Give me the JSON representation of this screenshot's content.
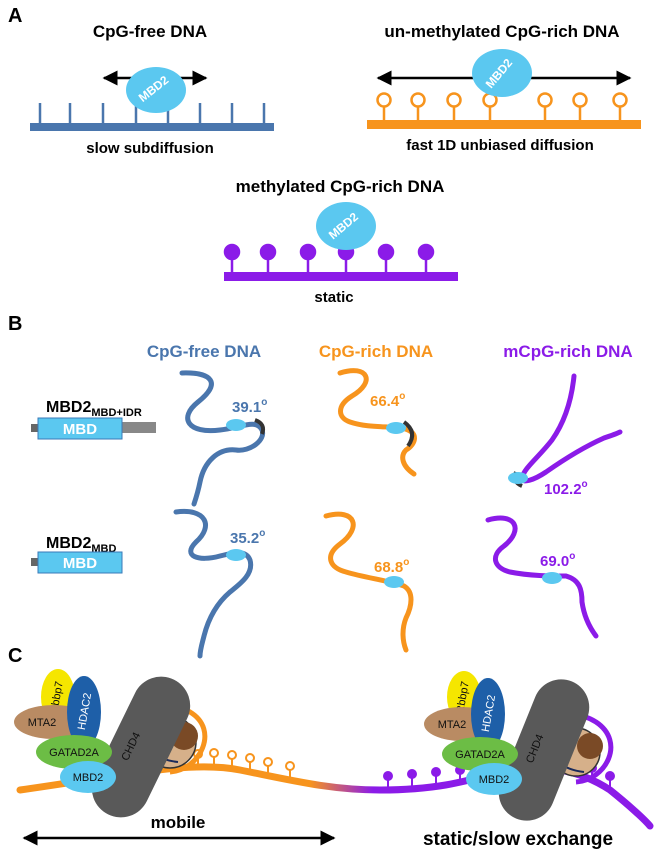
{
  "panel_a": {
    "label": "A",
    "cpg_free": {
      "title": "CpG-free DNA",
      "protein": "MBD2",
      "caption": "slow subdiffusion"
    },
    "unmethylated": {
      "title": "un-methylated CpG-rich DNA",
      "protein": "MBD2",
      "caption": "fast 1D unbiased diffusion"
    },
    "methylated": {
      "title": "methylated CpG-rich DNA",
      "protein": "MBD2",
      "caption": "static"
    }
  },
  "panel_b": {
    "label": "B",
    "columns": [
      "CpG-free DNA",
      "CpG-rich DNA",
      "mCpG-rich DNA"
    ],
    "rows": [
      {
        "construct": "MBD2",
        "subscript": "MBD+IDR",
        "domain": "MBD",
        "angles": [
          "39.1",
          "66.4",
          "102.2"
        ]
      },
      {
        "construct": "MBD2",
        "subscript": "MBD",
        "domain": "MBD",
        "angles": [
          "35.2",
          "68.8",
          "69.0"
        ]
      }
    ],
    "degree_symbol": "o"
  },
  "panel_c": {
    "label": "C",
    "complex_subunits": [
      "Rbbp7",
      "HDAC2",
      "MTA2",
      "GATAD2A",
      "MBD2",
      "CHD4"
    ],
    "left_state": "mobile",
    "right_state": "static/slow exchange"
  },
  "colors": {
    "cpg_free": "#4a76ad",
    "unmethylated": "#f7941d",
    "methylated": "#8b1be8",
    "mbd2": "#5bc8f0",
    "rbbp7": "#f5e600",
    "hdac2": "#1e5fa8",
    "mta2": "#b98b63",
    "gatad2a": "#6cbd45",
    "chd4": "#595959"
  }
}
